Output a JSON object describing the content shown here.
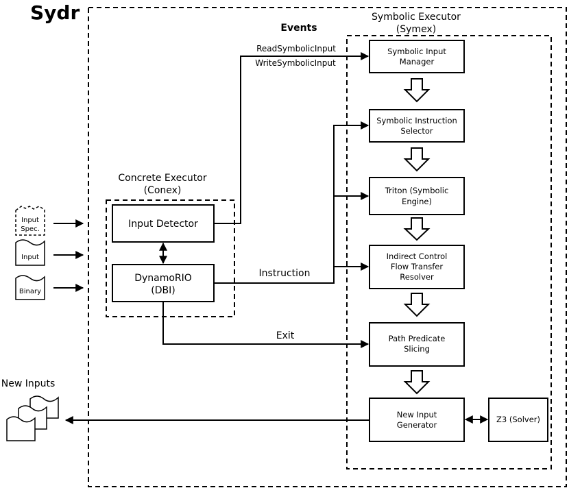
{
  "title": "Sydr",
  "symex": {
    "label_line1": "Symbolic Executor",
    "label_line2": "(Symex)"
  },
  "conex": {
    "label_line1": "Concrete Executor",
    "label_line2": "(Conex)"
  },
  "events_label": "Events",
  "boxes": {
    "input_detector": "Input Detector",
    "dynamorio_line1": "DynamoRIO",
    "dynamorio_line2": "(DBI)",
    "symbolic_input_manager_line1": "Symbolic Input",
    "symbolic_input_manager_line2": "Manager",
    "instruction_selector_line1": "Symbolic Instruction",
    "instruction_selector_line2": "Selector",
    "triton_line1": "Triton (Symbolic",
    "triton_line2": "Engine)",
    "resolver_line1": "Indirect Control",
    "resolver_line2": "Flow Transfer",
    "resolver_line3": "Resolver",
    "slicing_line1": "Path Predicate",
    "slicing_line2": "Slicing",
    "generator_line1": "New Input",
    "generator_line2": "Generator",
    "z3": "Z3 (Solver)"
  },
  "edges": {
    "read_symbolic_input": "ReadSymbolicInput",
    "write_symbolic_input": "WriteSymbolicInput",
    "instruction": "Instruction",
    "exit": "Exit"
  },
  "files": {
    "input_spec_line1": "Input",
    "input_spec_line2": "Spec.",
    "input": "Input",
    "binary": "Binary"
  },
  "new_inputs_label": "New Inputs"
}
